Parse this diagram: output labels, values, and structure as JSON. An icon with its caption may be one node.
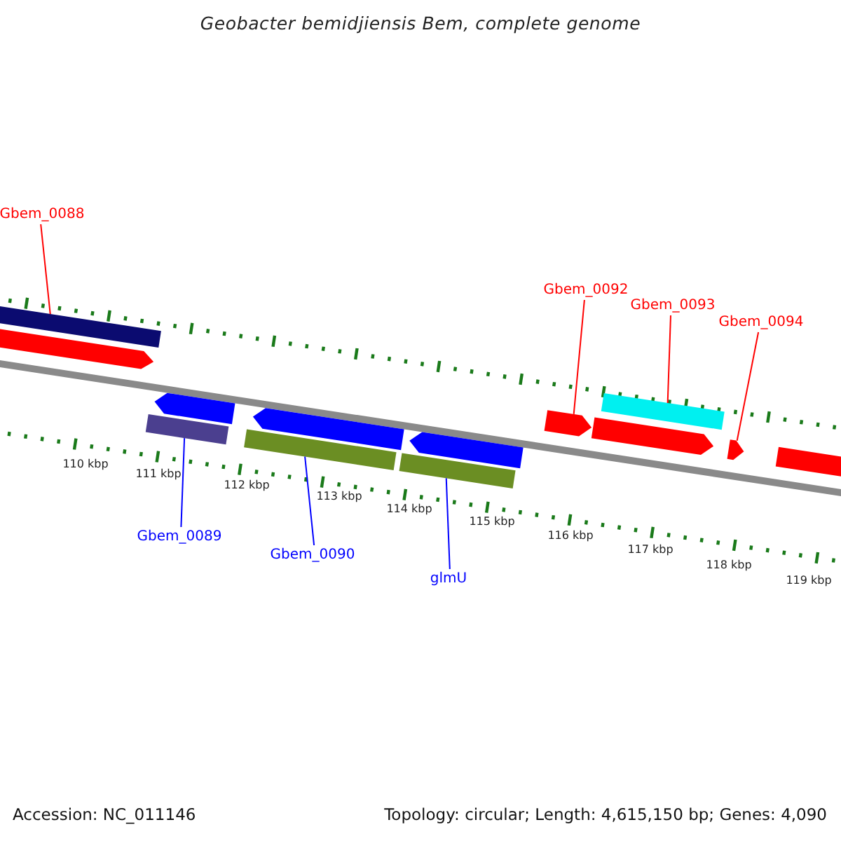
{
  "diagram": {
    "title": "Geobacter bemidjiensis Bem, complete genome",
    "nodes": [
      {
        "text": [
          "Gbem_0088"
        ]
      },
      {
        "text": [
          "Gbem_0092"
        ]
      },
      {
        "text": [
          "Gbem_0093"
        ]
      },
      {
        "text": [
          "Gbem_0094"
        ]
      },
      {
        "text": [
          "Gbem_0089"
        ]
      },
      {
        "text": [
          "Gbem_0090"
        ]
      },
      {
        "text": [
          "glmU"
        ]
      },
      {
        "text": [],
        "shape": "bar"
      },
      {
        "text": [],
        "shape": "pentagon"
      },
      {
        "text": [],
        "shape": "bar"
      },
      {
        "text": [],
        "shape": "pentagon"
      },
      {
        "text": [],
        "shape": "bar"
      },
      {
        "text": [],
        "shape": "pentagon"
      },
      {
        "text": [],
        "shape": "bar"
      },
      {
        "text": [],
        "shape": "pentagon"
      },
      {
        "text": [],
        "shape": "pentagon"
      },
      {
        "text": [],
        "shape": "pentagon"
      },
      {
        "text": [],
        "shape": "bar"
      },
      {
        "text": [],
        "shape": "pentagon"
      },
      {
        "text": [],
        "shape": "bar"
      }
    ],
    "edges": [
      {
        "from": 0,
        "to": 7,
        "arrow": "none"
      },
      {
        "from": 1,
        "to": 15,
        "arrow": "none"
      },
      {
        "from": 2,
        "to": 17,
        "arrow": "none"
      },
      {
        "from": 3,
        "to": 18,
        "arrow": "none"
      },
      {
        "from": 4,
        "to": 9,
        "arrow": "none",
        "color": "#0000ff"
      },
      {
        "from": 5,
        "to": 11,
        "arrow": "none",
        "color": "#0000ff"
      },
      {
        "from": 6,
        "to": 13,
        "arrow": "none",
        "color": "#0000ff"
      }
    ],
    "labels": [
      "110 kbp",
      "111 kbp",
      "112 kbp",
      "113 kbp",
      "114 kbp",
      "115 kbp",
      "116 kbp",
      "117 kbp",
      "118 kbp",
      "119 kbp",
      "Accession: NC_011146",
      "Topology: circular; Length: 4,615,150 bp; Genes: 4,090"
    ]
  }
}
